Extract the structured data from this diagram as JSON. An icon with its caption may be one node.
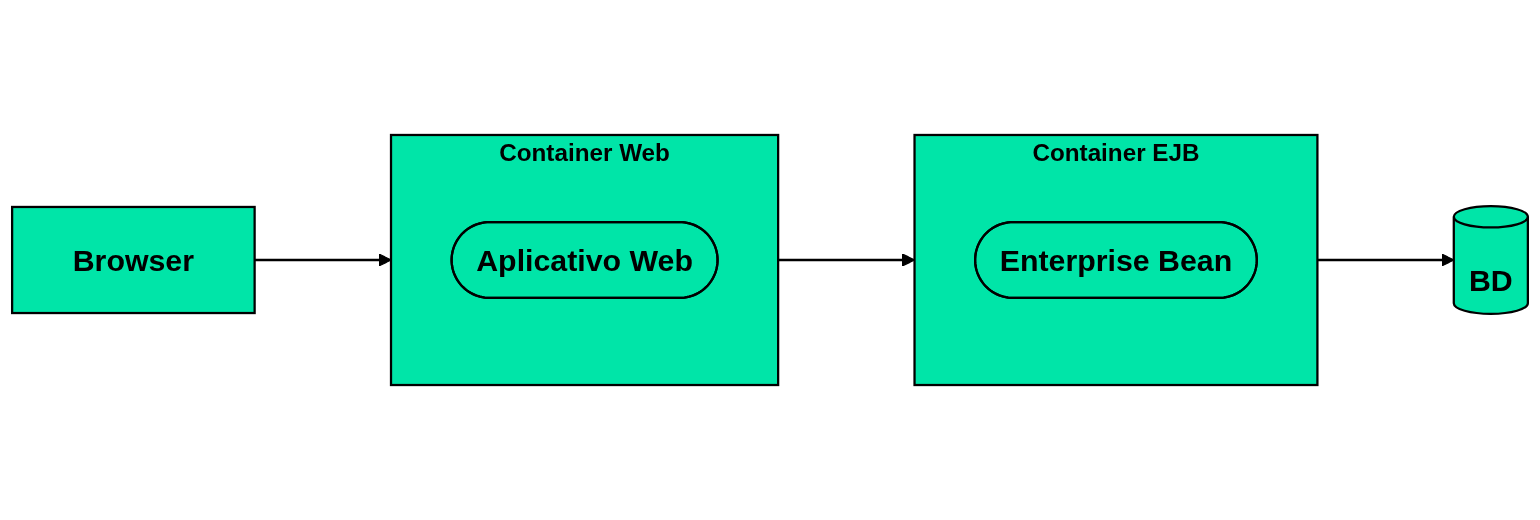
{
  "diagram": {
    "nodes": [
      {
        "text": [
          "Browser"
        ]
      },
      {
        "text": [
          "Container Web"
        ]
      },
      {
        "text": [
          "Aplicativo Web"
        ],
        "in": 1
      },
      {
        "text": [
          "Container EJB"
        ]
      },
      {
        "text": [
          "Enterprise Bean"
        ],
        "in": 3
      },
      {
        "text": [
          "BD"
        ]
      }
    ],
    "edges": [
      {
        "from": 0,
        "to": 1,
        "arrow": "to"
      },
      {
        "from": 1,
        "to": 3,
        "arrow": "to"
      },
      {
        "from": 3,
        "to": 5,
        "arrow": "to"
      }
    ]
  }
}
